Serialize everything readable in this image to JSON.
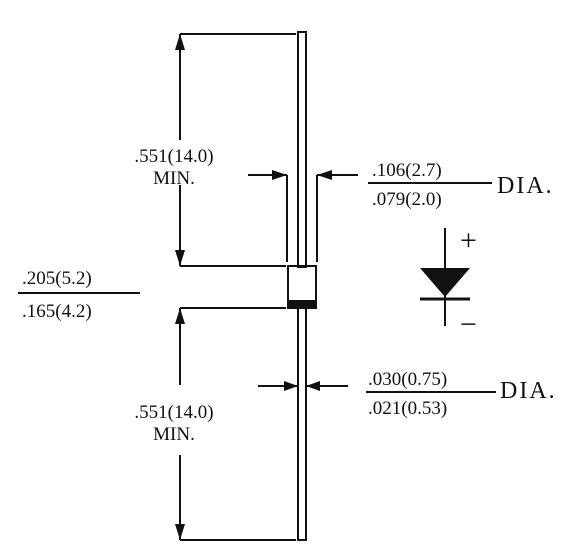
{
  "top_lead_length": {
    "value": ".551(14.0)",
    "qualifier": "MIN."
  },
  "bottom_lead_length": {
    "value": ".551(14.0)",
    "qualifier": "MIN."
  },
  "body_length": {
    "max": ".205(5.2)",
    "min": ".165(4.2)"
  },
  "body_diameter": {
    "max": ".106(2.7)",
    "min": ".079(2.0)",
    "suffix": "DIA."
  },
  "lead_diameter": {
    "max": ".030(0.75)",
    "min": ".021(0.53)",
    "suffix": "DIA."
  },
  "polarity": {
    "anode": "+",
    "cathode": "−"
  }
}
